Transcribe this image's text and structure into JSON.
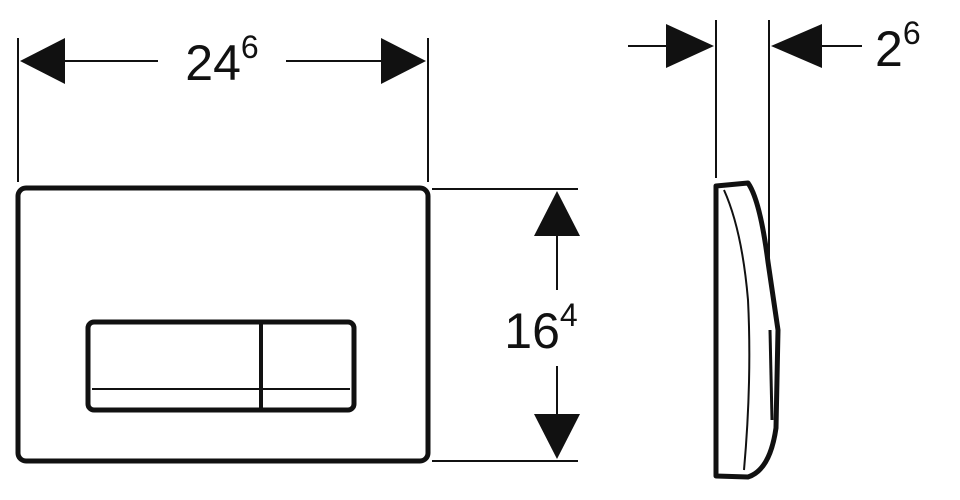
{
  "dimensions": {
    "width": {
      "main": "24",
      "superscript": "6"
    },
    "height": {
      "main": "16",
      "superscript": "4"
    },
    "depth": {
      "main": "2",
      "superscript": "6"
    }
  },
  "colors": {
    "line": "#111111",
    "background": "#ffffff"
  }
}
